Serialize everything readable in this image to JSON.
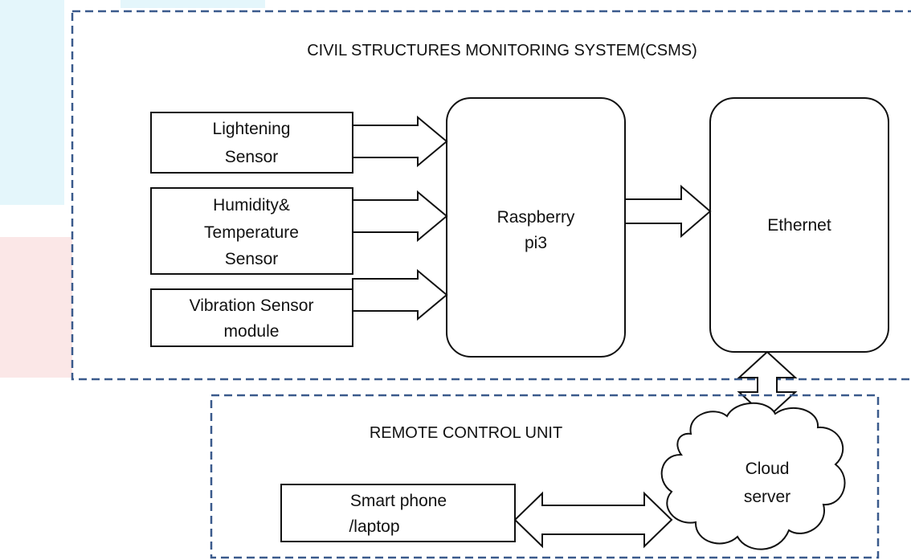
{
  "system": {
    "title": "CIVIL STRUCTURES MONITORING SYSTEM(CSMS)"
  },
  "sensors": [
    {
      "line1": "Lightening",
      "line2": "Sensor"
    },
    {
      "line1": "Humidity&",
      "line2": "Temperature",
      "line3": "Sensor"
    },
    {
      "line1": "Vibration Sensor",
      "line2": "module"
    }
  ],
  "controller": {
    "line1": "Raspberry",
    "line2": "pi3"
  },
  "network": {
    "label": "Ethernet"
  },
  "remote": {
    "title": "REMOTE  CONTROL UNIT"
  },
  "cloud": {
    "line1": "Cloud",
    "line2": "server"
  },
  "client": {
    "line1": "Smart phone",
    "line2": "/laptop"
  },
  "colors": {
    "dashed_border": "#3a5a8c",
    "box_stroke": "#111111",
    "watermark_cyan": "#e4f6fb",
    "watermark_pink": "#fbe7e7"
  }
}
